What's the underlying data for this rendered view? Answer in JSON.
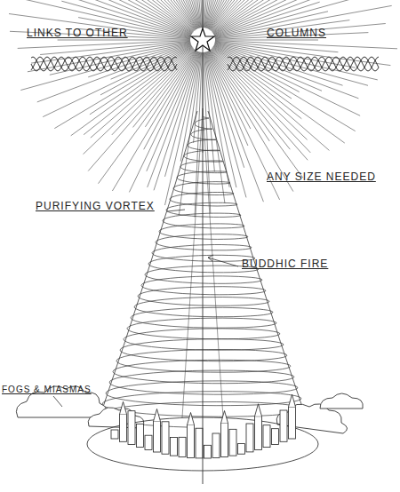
{
  "diagram": {
    "labels": [
      "LINKS TO OTHER",
      "COLUMNS",
      "ANY SIZE NEEDED",
      "PURIFYING VORTEX",
      "BUDDHIC FIRE",
      "FOGS & MIASMAS"
    ]
  }
}
